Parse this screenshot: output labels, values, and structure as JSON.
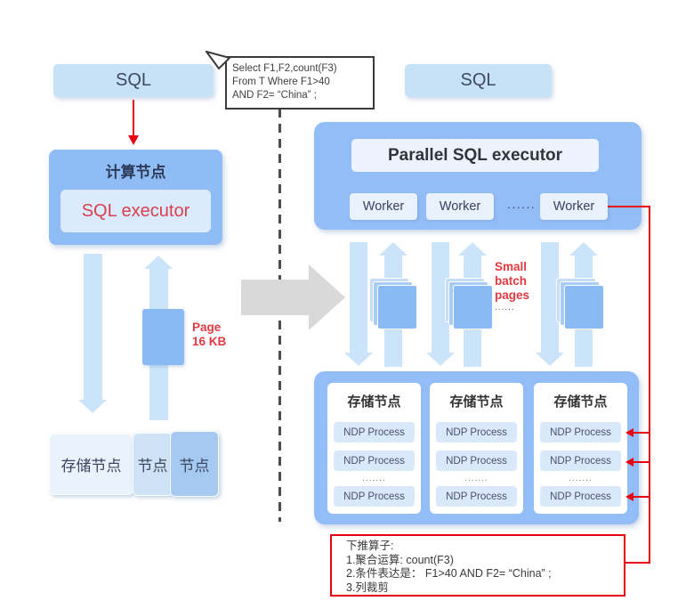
{
  "colors": {
    "container_blue": "#93bdf6",
    "light_blue_box": "#c7e2f7",
    "inner_light_box": "#e9f1fd",
    "ndp_box_blue": "#d9e9fb",
    "flow_arrow_light": "#cbe4f9",
    "page_block_blue": "#8abaf3",
    "accent_red": "#e60012",
    "red_text": "#e23a40",
    "navy_text": "#36435f",
    "gray_arrow": "#d9d9d9"
  },
  "left": {
    "sql_label": "SQL",
    "compute_node_title": "计算节点",
    "sql_executor_label": "SQL executor",
    "page_label_lines": [
      "Page",
      "16 KB"
    ],
    "storage_boxes": [
      "存储节点",
      "节点",
      "节点"
    ]
  },
  "callout": {
    "lines": [
      "Select F1,F2,count(F3)",
      "From T Where F1>40",
      "AND F2= “China” ;"
    ]
  },
  "right": {
    "sql_label": "SQL",
    "parallel_title": "Parallel SQL executor",
    "workers": [
      "Worker",
      "Worker",
      "Worker"
    ],
    "worker_dots": "······",
    "small_batch_lines": [
      "Small",
      "batch",
      "pages"
    ],
    "small_batch_dots": "......",
    "storage_cards": [
      {
        "title": "存储节点",
        "p1": "NDP Process",
        "p2": "NDP Process",
        "dots": ".......",
        "p3": "NDP Process"
      },
      {
        "title": "存储节点",
        "p1": "NDP Process",
        "p2": "NDP Process",
        "dots": ".......",
        "p3": "NDP Process"
      },
      {
        "title": "存储节点",
        "p1": "NDP Process",
        "p2": "NDP Process",
        "dots": ".......",
        "p3": "NDP Process"
      }
    ],
    "pushdown": {
      "lines": [
        "下推算子:",
        "1.聚合运算: count(F3)",
        "2.条件表达是：  F1>40 AND F2= “China” ;",
        "3.列裁剪"
      ]
    }
  }
}
